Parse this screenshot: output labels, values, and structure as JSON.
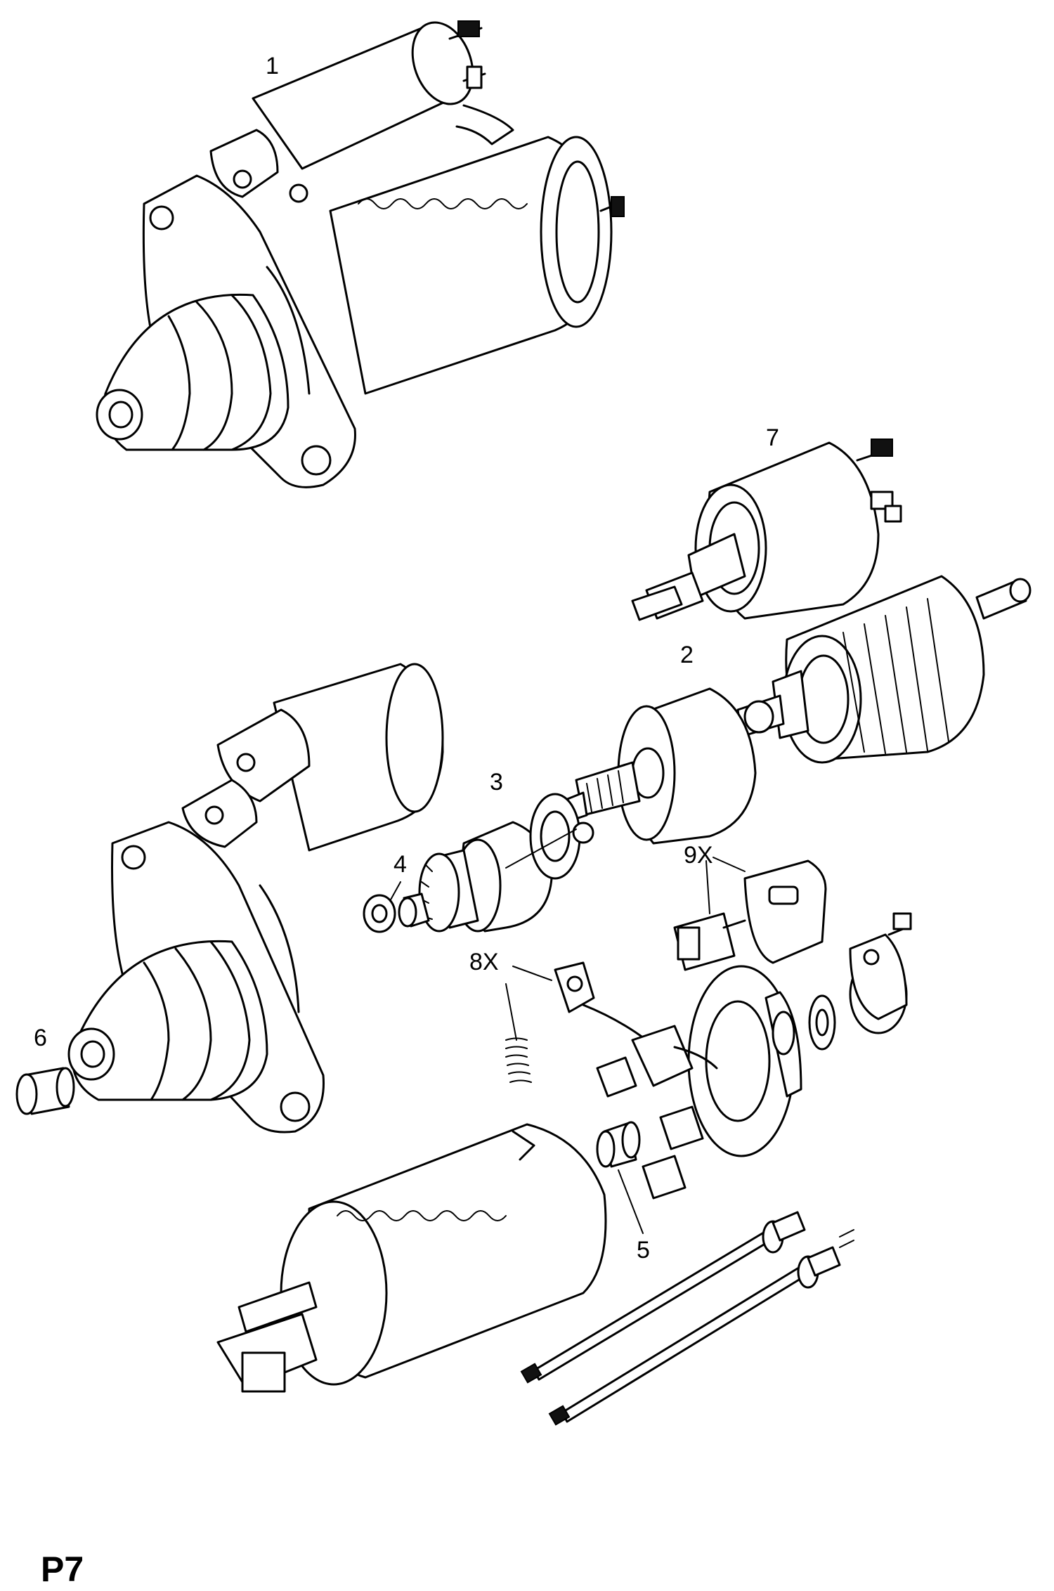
{
  "callouts": {
    "c1": "1",
    "c2": "2",
    "c3": "3",
    "c4": "4",
    "c5": "5",
    "c6": "6",
    "c7": "7",
    "c8x": "8X",
    "c9x": "9X"
  },
  "page_code": "P7"
}
